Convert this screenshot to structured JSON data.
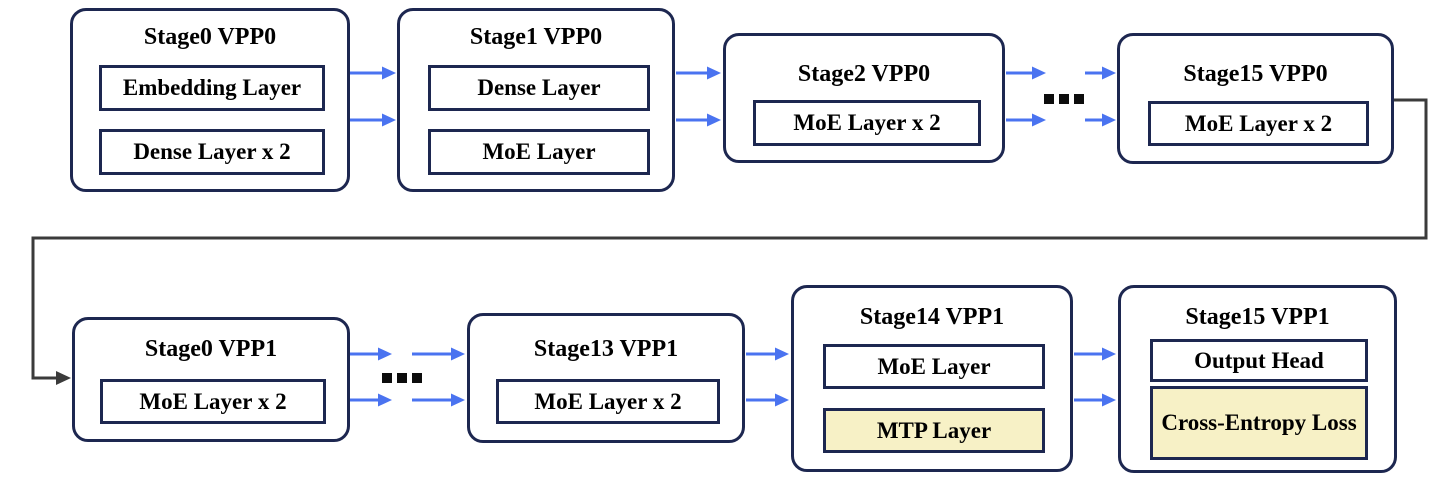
{
  "diagram": {
    "description_title": "",
    "colors": {
      "box_border": "#1d2750",
      "box_background": "#ffffff",
      "highlight_yellow": "#f7f1c6",
      "arrow_blue": "#4a73f0",
      "connector_black": "#3b3b3b",
      "text": "#000000",
      "ellipsis_dot": "#0c0c0c"
    },
    "ellipsis_icon": "ellipsis-dots"
  },
  "stages": [
    {
      "id": "stage0-vpp0",
      "title": "Stage0 VPP0",
      "layers": [
        {
          "label": "Embedding Layer",
          "highlight": false
        },
        {
          "label": "Dense Layer x 2",
          "highlight": false
        }
      ]
    },
    {
      "id": "stage1-vpp0",
      "title": "Stage1 VPP0",
      "layers": [
        {
          "label": "Dense Layer",
          "highlight": false
        },
        {
          "label": "MoE Layer",
          "highlight": false
        }
      ]
    },
    {
      "id": "stage2-vpp0",
      "title": "Stage2 VPP0",
      "layers": [
        {
          "label": "MoE Layer x 2",
          "highlight": false
        }
      ]
    },
    {
      "id": "stage15-vpp0",
      "title": "Stage15 VPP0",
      "layers": [
        {
          "label": "MoE Layer x 2",
          "highlight": false
        }
      ]
    },
    {
      "id": "stage0-vpp1",
      "title": "Stage0 VPP1",
      "layers": [
        {
          "label": "MoE Layer x 2",
          "highlight": false
        }
      ]
    },
    {
      "id": "stage13-vpp1",
      "title": "Stage13 VPP1",
      "layers": [
        {
          "label": "MoE Layer x 2",
          "highlight": false
        }
      ]
    },
    {
      "id": "stage14-vpp1",
      "title": "Stage14 VPP1",
      "layers": [
        {
          "label": "MoE Layer",
          "highlight": false
        },
        {
          "label": "MTP Layer",
          "highlight": true
        }
      ]
    },
    {
      "id": "stage15-vpp1",
      "title": "Stage15 VPP1",
      "layers": [
        {
          "label": "Output Head",
          "highlight": false
        },
        {
          "label": "Cross-Entropy Loss",
          "highlight": true
        }
      ]
    }
  ]
}
